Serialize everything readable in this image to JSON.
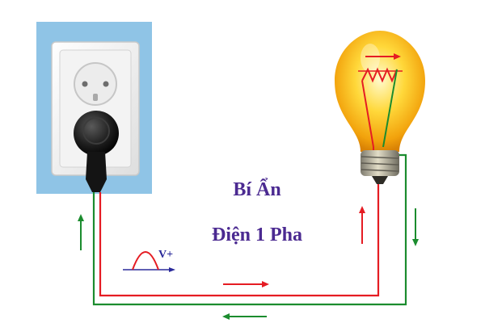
{
  "diagram": {
    "title_line1": "Bí Ẩn",
    "title_line2": "Điện 1 Pha",
    "voltage_label": "V+"
  },
  "colors": {
    "live_wire": "#e51c23",
    "neutral_wire": "#1b8c2e",
    "wall_panel": "#8fc4e6",
    "caption": "#4b2a91",
    "bulb_glow": "#f7c21a"
  },
  "icons": {
    "socket": "power-outlet-icon",
    "plug": "power-plug-icon",
    "bulb": "light-bulb-icon"
  }
}
